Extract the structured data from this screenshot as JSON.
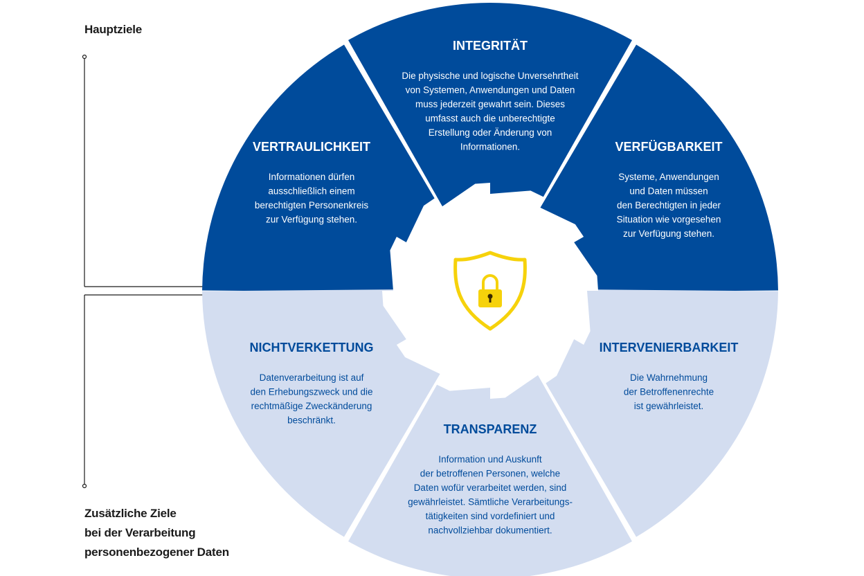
{
  "labels": {
    "main_goals": "Hauptziele",
    "extra_goals": [
      "Zusätzliche Ziele",
      "bei der Verarbeitung",
      "personenbezogener Daten"
    ]
  },
  "colors": {
    "dark_blue": "#004b9b",
    "light_blue": "#d3ddf0",
    "light_text": "#004b9b",
    "shield_yellow": "#f6d20b"
  },
  "center_icon": "shield-lock-icon",
  "segments": [
    {
      "id": "vertraulichkeit",
      "title": "VERTRAULICHKEIT",
      "lines": [
        "Informationen dürfen",
        "ausschließlich einem",
        "berechtigten Personenkreis",
        "zur Verfügung stehen."
      ],
      "tone": "dark"
    },
    {
      "id": "integritaet",
      "title": "INTEGRITÄT",
      "lines": [
        "Die physische und logische Unversehrtheit",
        "von Systemen, Anwendungen und Daten",
        "muss jederzeit gewahrt sein. Dieses",
        "umfasst auch die unberechtigte",
        "Erstellung oder Änderung von",
        "Informationen."
      ],
      "tone": "dark"
    },
    {
      "id": "verfuegbarkeit",
      "title": "VERFÜGBARKEIT",
      "lines": [
        "Systeme, Anwendungen",
        "und Daten müssen",
        "den Berechtigten in jeder",
        "Situation wie vorgesehen",
        "zur Verfügung stehen."
      ],
      "tone": "dark"
    },
    {
      "id": "intervenierbarkeit",
      "title": "INTERVENIERBARKEIT",
      "lines": [
        "Die Wahrnehmung",
        "der Betroffenenrechte",
        "ist gewährleistet."
      ],
      "tone": "light"
    },
    {
      "id": "transparenz",
      "title": "TRANSPARENZ",
      "lines": [
        "Information und Auskunft",
        "der betroffenen Personen, welche",
        "Daten wofür verarbeitet werden, sind",
        "gewährleistet. Sämtliche Verarbeitungs-",
        "tätigkeiten sind vordefiniert und",
        "nachvollziehbar dokumentiert."
      ],
      "tone": "light"
    },
    {
      "id": "nichtverkettung",
      "title": "NICHTVERKETTUNG",
      "lines": [
        "Datenverarbeitung ist auf",
        "den Erhebungszweck und die",
        "rechtmäßige Zweckänderung",
        "beschränkt."
      ],
      "tone": "light"
    }
  ]
}
